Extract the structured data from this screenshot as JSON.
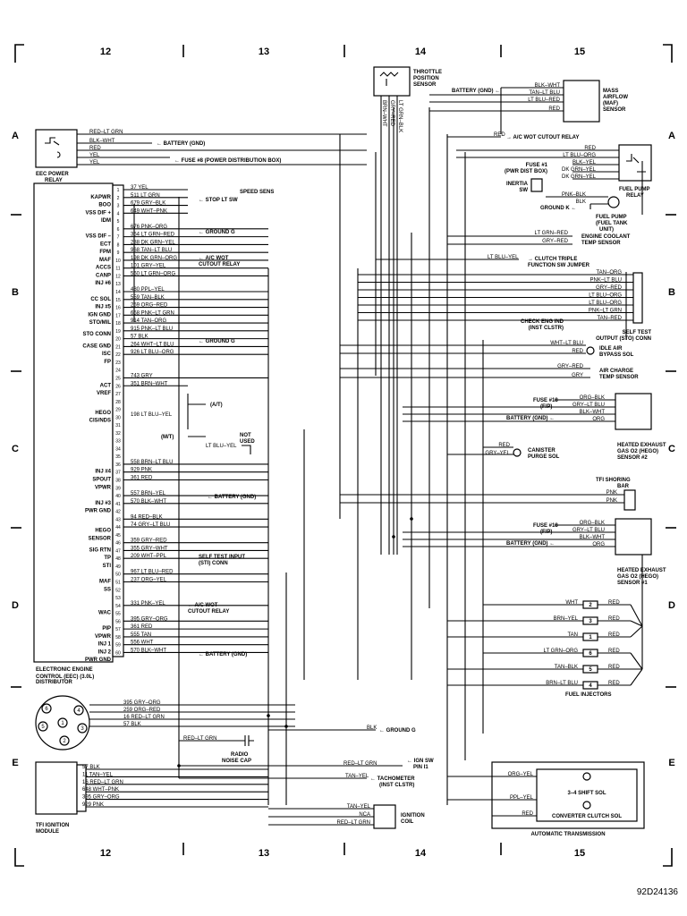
{
  "grid": {
    "columns": [
      "12",
      "13",
      "14",
      "15"
    ],
    "rows": [
      "A",
      "B",
      "C",
      "D",
      "E"
    ]
  },
  "diagram_id": "92D24136",
  "eec_relay": {
    "title": "EEC POWER RELAY",
    "wires": [
      "RED–LT GRN",
      "BLK–WHT",
      "RED",
      "YEL",
      "YEL"
    ],
    "battery_label": "BATTERY (GND)",
    "fuse_label": "FUSE #8 (POWER DISTRIBUTION BOX)"
  },
  "eec_module": {
    "title": "ELECTRONIC ENGINE CONTROL (EEC) (3.0L)",
    "pins": [
      {
        "n": "1",
        "wire": "37 YEL"
      },
      {
        "n": "2",
        "wire": "511 LT GRN"
      },
      {
        "n": "3",
        "wire": "679 GRY–BLK"
      },
      {
        "n": "4",
        "wire": "649 WHT–PNK"
      },
      {
        "n": "5",
        "wire": ""
      },
      {
        "n": "6",
        "wire": "676 PNK–ORG"
      },
      {
        "n": "7",
        "wire": "354 LT GRN–RED"
      },
      {
        "n": "8",
        "wire": "238 DK GRN–YEL"
      },
      {
        "n": "9",
        "wire": "968 TAN–LT BLU"
      },
      {
        "n": "10",
        "wire": "198 DK GRN–ORG"
      },
      {
        "n": "11",
        "wire": "101 GRY–YEL"
      },
      {
        "n": "12",
        "wire": "560 LT GRN–ORG"
      },
      {
        "n": "13",
        "wire": ""
      },
      {
        "n": "14",
        "wire": "480 PPL–YEL"
      },
      {
        "n": "15",
        "wire": "559 TAN–BLK"
      },
      {
        "n": "16",
        "wire": "259 ORG–RED"
      },
      {
        "n": "17",
        "wire": "658 PNK–LT GRN"
      },
      {
        "n": "18",
        "wire": "914 TAN–ORG"
      },
      {
        "n": "19",
        "wire": "915 PNK–LT BLU"
      },
      {
        "n": "20",
        "wire": "57 BLK"
      },
      {
        "n": "21",
        "wire": "264 WHT–LT BLU"
      },
      {
        "n": "22",
        "wire": "926 LT BLU–ORG"
      },
      {
        "n": "23",
        "wire": ""
      },
      {
        "n": "24",
        "wire": ""
      },
      {
        "n": "25",
        "wire": "743 GRY"
      },
      {
        "n": "26",
        "wire": "351 BRN–WHT"
      },
      {
        "n": "27",
        "wire": ""
      },
      {
        "n": "28",
        "wire": ""
      },
      {
        "n": "29",
        "wire": ""
      },
      {
        "n": "30",
        "wire": ""
      },
      {
        "n": "31",
        "wire": ""
      },
      {
        "n": "32",
        "wire": ""
      },
      {
        "n": "33",
        "wire": ""
      },
      {
        "n": "34",
        "wire": ""
      },
      {
        "n": "35",
        "wire": ""
      },
      {
        "n": "36",
        "wire": "558 BRN–LT BLU"
      },
      {
        "n": "37",
        "wire": "929 PNK"
      },
      {
        "n": "38",
        "wire": "361 RED"
      },
      {
        "n": "39",
        "wire": ""
      },
      {
        "n": "40",
        "wire": "557 BRN–YEL"
      },
      {
        "n": "41",
        "wire": "570 BLK–WHT"
      },
      {
        "n": "42",
        "wire": ""
      },
      {
        "n": "43",
        "wire": "94 RED–BLK"
      },
      {
        "n": "44",
        "wire": "74 GRY–LT BLU"
      },
      {
        "n": "45",
        "wire": ""
      },
      {
        "n": "46",
        "wire": "359 GRY–RED"
      },
      {
        "n": "47",
        "wire": "355 GRY–WHT"
      },
      {
        "n": "48",
        "wire": "209 WHT–PPL"
      },
      {
        "n": "49",
        "wire": ""
      },
      {
        "n": "50",
        "wire": "967 LT BLU–RED"
      },
      {
        "n": "51",
        "wire": "237 ORG–YEL"
      },
      {
        "n": "52",
        "wire": ""
      },
      {
        "n": "53",
        "wire": ""
      },
      {
        "n": "54",
        "wire": "331 PNK–YEL"
      },
      {
        "n": "55",
        "wire": ""
      },
      {
        "n": "56",
        "wire": "395 GRY–ORG"
      },
      {
        "n": "57",
        "wire": "361 RED"
      },
      {
        "n": "58",
        "wire": "555 TAN"
      },
      {
        "n": "59",
        "wire": "556 WHT"
      },
      {
        "n": "60",
        "wire": "570 BLK–WHT"
      }
    ],
    "side_labels": [
      {
        "pin": 2,
        "text": "KAPWR"
      },
      {
        "pin": 3,
        "text": "BOO"
      },
      {
        "pin": 4,
        "text": "VSS DIF +"
      },
      {
        "pin": 5,
        "text": "IDM"
      },
      {
        "pin": 7,
        "text": "VSS DIF –"
      },
      {
        "pin": 8,
        "text": "ECT"
      },
      {
        "pin": 9,
        "text": "FPM"
      },
      {
        "pin": 10,
        "text": "MAF"
      },
      {
        "pin": 11,
        "text": "ACCS"
      },
      {
        "pin": 12,
        "text": "CANP"
      },
      {
        "pin": 13,
        "text": "INJ #6"
      },
      {
        "pin": 15,
        "text": "CC SOL"
      },
      {
        "pin": 16,
        "text": "INJ #5"
      },
      {
        "pin": 17,
        "text": "IGN GND"
      },
      {
        "pin": 18,
        "text": "STO/MIL"
      },
      {
        "pin": 19.5,
        "text": "STO CONN"
      },
      {
        "pin": 21,
        "text": "CASE GND"
      },
      {
        "pin": 22,
        "text": "ISC"
      },
      {
        "pin": 23,
        "text": "FP"
      },
      {
        "pin": 26,
        "text": "ACT"
      },
      {
        "pin": 27,
        "text": "VREF"
      },
      {
        "pin": 29.5,
        "text": "HEGO"
      },
      {
        "pin": 30.5,
        "text": "CIS/NDS"
      },
      {
        "pin": 37,
        "text": "INJ #4"
      },
      {
        "pin": 38,
        "text": "SPOUT"
      },
      {
        "pin": 39,
        "text": "VPWR"
      },
      {
        "pin": 41,
        "text": "INJ #3"
      },
      {
        "pin": 42,
        "text": "PWR GND"
      },
      {
        "pin": 44.5,
        "text": "HEGO"
      },
      {
        "pin": 45.5,
        "text": "SENSOR"
      },
      {
        "pin": 47,
        "text": "SIG RTN"
      },
      {
        "pin": 48,
        "text": "TP"
      },
      {
        "pin": 49,
        "text": "STI"
      },
      {
        "pin": 51,
        "text": "MAF"
      },
      {
        "pin": 52,
        "text": "SS"
      },
      {
        "pin": 55,
        "text": "WAC"
      },
      {
        "pin": 57,
        "text": "PIP"
      },
      {
        "pin": 58,
        "text": "VPWR"
      },
      {
        "pin": 59,
        "text": "INJ 1"
      },
      {
        "pin": 60,
        "text": "INJ 2"
      },
      {
        "pin": 61,
        "text": "PWR GND"
      }
    ]
  },
  "callouts": {
    "stop_lt_sw": "STOP LT SW",
    "speed_sens": "SPEED SENS",
    "ground_g": "GROUND G",
    "ac_wot_relay": "A/C WOT CUTOUT RELAY",
    "at": "(A/T)",
    "mt": "(M/T)",
    "mt_wire": "LT BLU–YEL",
    "not_used": "NOT USED",
    "hego_wire": "198 LT BLU–YEL",
    "battery_gnd": "BATTERY (GND)",
    "self_test_input": "SELF TEST INPUT (STI) CONN"
  },
  "tps": {
    "title": "THROTTLE POSITION SENSOR",
    "wires": [
      "BRN–WHT",
      "GRY–RED",
      "LT GRN–BLK"
    ]
  },
  "maf": {
    "title": "MASS AIRFLOW (MAF) SENSOR",
    "battery": "BATTERY (GND)",
    "wires": [
      "BLK–WHT",
      "TAN–LT BLU",
      "LT BLU–RED",
      "RED"
    ]
  },
  "right_side": {
    "ac_wot": "A/C WOT CUTOUT RELAY",
    "ac_wot_wire": "RED",
    "fuel_pump_relay": "FUEL PUMP RELAY",
    "fpr_wires": [
      "RED",
      "LT BLU–ORG",
      "BLK–YEL",
      "DK GRN–YEL",
      "DK GRN–YEL"
    ],
    "fuse1": "FUSE #1 (PWR DIST BOX)",
    "inertia": "INERTIA SW",
    "fuel_pump_wires": [
      "PNK–BLK",
      "BLK"
    ],
    "ground_k": "GROUND K",
    "fuel_pump": "FUEL PUMP (FUEL TANK UNIT)",
    "coolant": "ENGINE COOLANT TEMP SENSOR",
    "coolant_wires": [
      "LT GRN–RED",
      "GRY–RED"
    ],
    "clutch": "CLUTCH TRIPLE FUNCTION SW JUMPER",
    "clutch_wire": "LT BLU–YEL",
    "sto_wires": [
      "TAN–ORG",
      "PNK–LT BLU",
      "GRY–RED",
      "LT BLU–ORG",
      "LT BLU–ORG",
      "PNK–LT GRN",
      "TAN–RED"
    ],
    "check_eng": "CHECK ENG IND (INST CLSTR)",
    "self_test_output": "SELF TEST OUTPUT (STO) CONN",
    "idle_air": "IDLE AIR BYPASS SOL",
    "idle_wires": [
      "WHT–LT BLU",
      "RED"
    ],
    "air_charge": "AIR CHARGE TEMP SENSOR",
    "air_wires": [
      "GRY–RED",
      "GRY"
    ],
    "hego2_fuse": "FUSE #18 (F/P)",
    "hego2_wires": [
      "ORG–BLK",
      "GRY–LT BLU",
      "BLK–WHT",
      "ORG"
    ],
    "hego2_batt": "BATTERY (GND)",
    "hego2": "HEATED EXHAUST GAS O2 (HEGO) SENSOR #2",
    "canister": "CANISTER PURGE SOL",
    "canister_wires": [
      "RED",
      "GRY–YEL"
    ],
    "tfi_bar": "TFI SHORING BAR",
    "tfi_wires": [
      "PNK",
      "PNK"
    ],
    "hego1_fuse": "FUSE #18 (F/P)",
    "hego1_wires": [
      "ORG–BLK",
      "GRY–LT BLU",
      "BLK–WHT",
      "ORG"
    ],
    "hego1_batt": "BATTERY (GND)",
    "hego1": "HEATED EXHAUST GAS O2 (HEGO) SENSOR #1"
  },
  "injectors": {
    "title": "FUEL INJECTORS",
    "items": [
      {
        "wire": "WHT",
        "n": "2",
        "out": "RED"
      },
      {
        "wire": "BRN–YEL",
        "n": "3",
        "out": "RED"
      },
      {
        "wire": "TAN",
        "n": "1",
        "out": "RED"
      },
      {
        "wire": "LT GRN–ORG",
        "n": "6",
        "out": "RED"
      },
      {
        "wire": "TAN–BLK",
        "n": "5",
        "out": "RED"
      },
      {
        "wire": "BRN–LT BLU",
        "n": "4",
        "out": "RED"
      }
    ]
  },
  "bottom": {
    "distributor": "DISTRIBUTOR",
    "dist_wires": [
      "395 GRY–ORG",
      "259 ORG–RED",
      "16 RED–LT GRN",
      "57 BLK"
    ],
    "ground_g": "GROUND G",
    "blk": "BLK",
    "radio_cap": "RADIO NOISE CAP",
    "radio_wire": "RED–LT GRN",
    "ign_sw": "IGN SW PIN I1",
    "ign_wire": "RED–LT GRN",
    "tach": "TACHOMETER (INST CLSTR)",
    "tach_wire": "TAN–YEL",
    "coil_wires": [
      "TAN–YEL",
      "NCA",
      "RED–LT GRN"
    ],
    "coil": "IGNITION COIL",
    "tfi_module": "TFI IGNITION MODULE",
    "tfi_wires": [
      "57 BLK",
      "11 TAN–YEL",
      "16 RED–LT GRN",
      "648 WHT–PNK",
      "395 GRY–ORG",
      "929 PNK"
    ],
    "trans": "AUTOMATIC TRANSMISSION",
    "trans_wires": [
      "ORG–YEL",
      "PPL–YEL",
      "RED"
    ],
    "shift_sol": "3–4 SHIFT SOL",
    "clutch_sol": "CONVERTER CLUTCH SOL"
  }
}
